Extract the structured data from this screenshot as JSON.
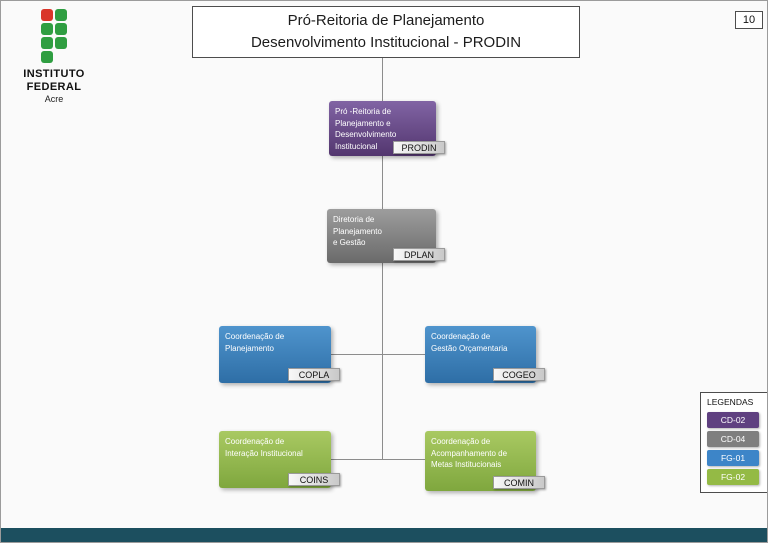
{
  "page": {
    "number": "10"
  },
  "branding": {
    "line1": "INSTITUTO",
    "line2": "FEDERAL",
    "region": "Acre"
  },
  "header": {
    "title": "Pró-Reitoria de Planejamento\nDesenvolvimento Institucional - PRODIN"
  },
  "org_chart": {
    "nodes": [
      {
        "id": "prodin",
        "label": "Pró -Reitoria de\nPlanejamento e\nDesenvolvimento\nInstitucional",
        "badge": "PRODIN",
        "color": "#5f4080"
      },
      {
        "id": "dplan",
        "label": "Diretoria de\nPlanejamento\ne Gestão",
        "badge": "DPLAN",
        "color": "#7f7f7f"
      },
      {
        "id": "copla",
        "label": "Coordenação de\nPlanejamento",
        "badge": "COPLA",
        "color": "#3d85c8"
      },
      {
        "id": "cogeo",
        "label": "Coordenação de\nGestão Orçamentaria",
        "badge": "COGEO",
        "color": "#3d85c8"
      },
      {
        "id": "coins",
        "label": "Coordenação de\nInteração Institucional",
        "badge": "COINS",
        "color": "#94ba45"
      },
      {
        "id": "comin",
        "label": "Coordenação de\nAcompanhamento de\nMetas Institucionais",
        "badge": "COMIN",
        "color": "#94ba45"
      }
    ]
  },
  "legend": {
    "title": "LEGENDAS",
    "items": [
      {
        "label": "CD-02",
        "color": "#5f4080"
      },
      {
        "label": "CD-04",
        "color": "#7f7f7f"
      },
      {
        "label": "FG-01",
        "color": "#3d85c8"
      },
      {
        "label": "FG-02",
        "color": "#94ba45"
      }
    ]
  },
  "colors": {
    "footer": "#1c4f5f"
  }
}
